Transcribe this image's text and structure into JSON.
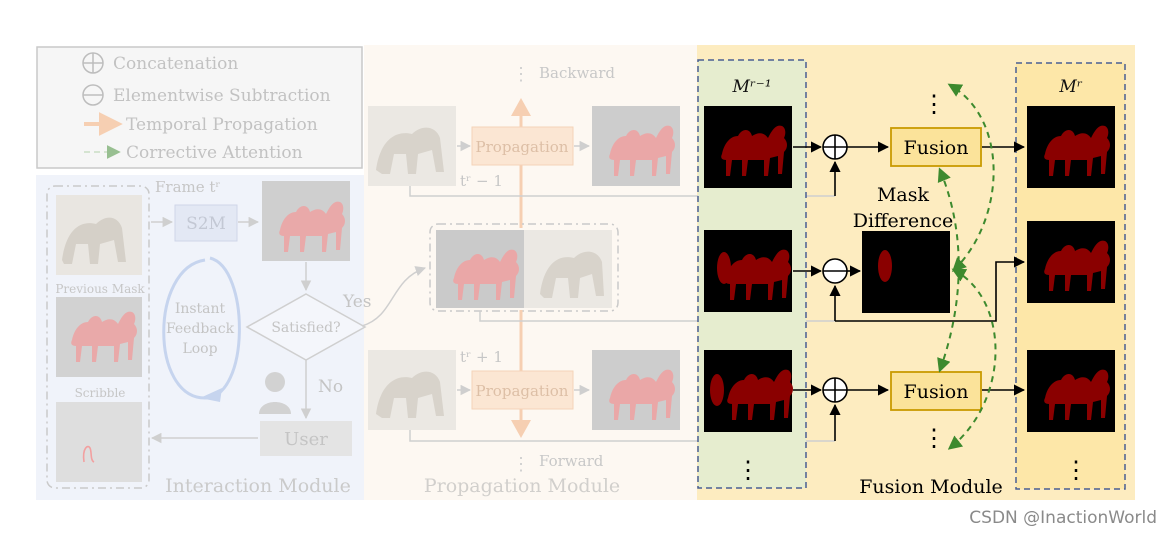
{
  "legend": {
    "items": [
      {
        "icon": "concat-icon",
        "label": "Concatenation"
      },
      {
        "icon": "subtract-icon",
        "label": "Elementwise Subtraction"
      },
      {
        "icon": "orange-arrow-icon",
        "label": "Temporal Propagation"
      },
      {
        "icon": "green-dashed-arrow-icon",
        "label": "Corrective Attention"
      }
    ]
  },
  "interaction": {
    "frame_label": "Frame tʳ",
    "s2m_label": "S2M",
    "previous_mask_label": "Previous Mask",
    "scribble_label": "Scribble",
    "loop_label_1": "Instant",
    "loop_label_2": "Feedback",
    "loop_label_3": "Loop",
    "satisfied_label": "Satisfied?",
    "yes_label": "Yes",
    "no_label": "No",
    "user_label": "User",
    "module_title": "Interaction Module"
  },
  "propagation": {
    "backward_label": "Backward",
    "forward_label": "Forward",
    "top_step_label": "Propagation",
    "bottom_step_label": "Propagation",
    "t_minus_label": "tʳ − 1",
    "t_plus_label": "tʳ + 1",
    "module_title": "Propagation Module"
  },
  "fusion": {
    "m_prev_label": "Mʳ⁻¹",
    "m_curr_label": "Mʳ",
    "top_fusion_label": "Fusion",
    "bottom_fusion_label": "Fusion",
    "mask_diff_label_1": "Mask",
    "mask_diff_label_2": "Difference",
    "module_title": "Fusion Module"
  },
  "colors": {
    "interaction_bg": "#f0f3fa",
    "propagation_bg": "#fdf8f2",
    "fusion_bg": "#fdecc0",
    "mask_red": "#8a0000",
    "fusion_box": "#fbe39a",
    "fusion_border": "#c99a00",
    "green_dash": "#3d8a2e",
    "blue_dash": "#4a5f93",
    "mprev_bg": "#e6edcf"
  },
  "watermark": "CSDN @InactionWorld"
}
